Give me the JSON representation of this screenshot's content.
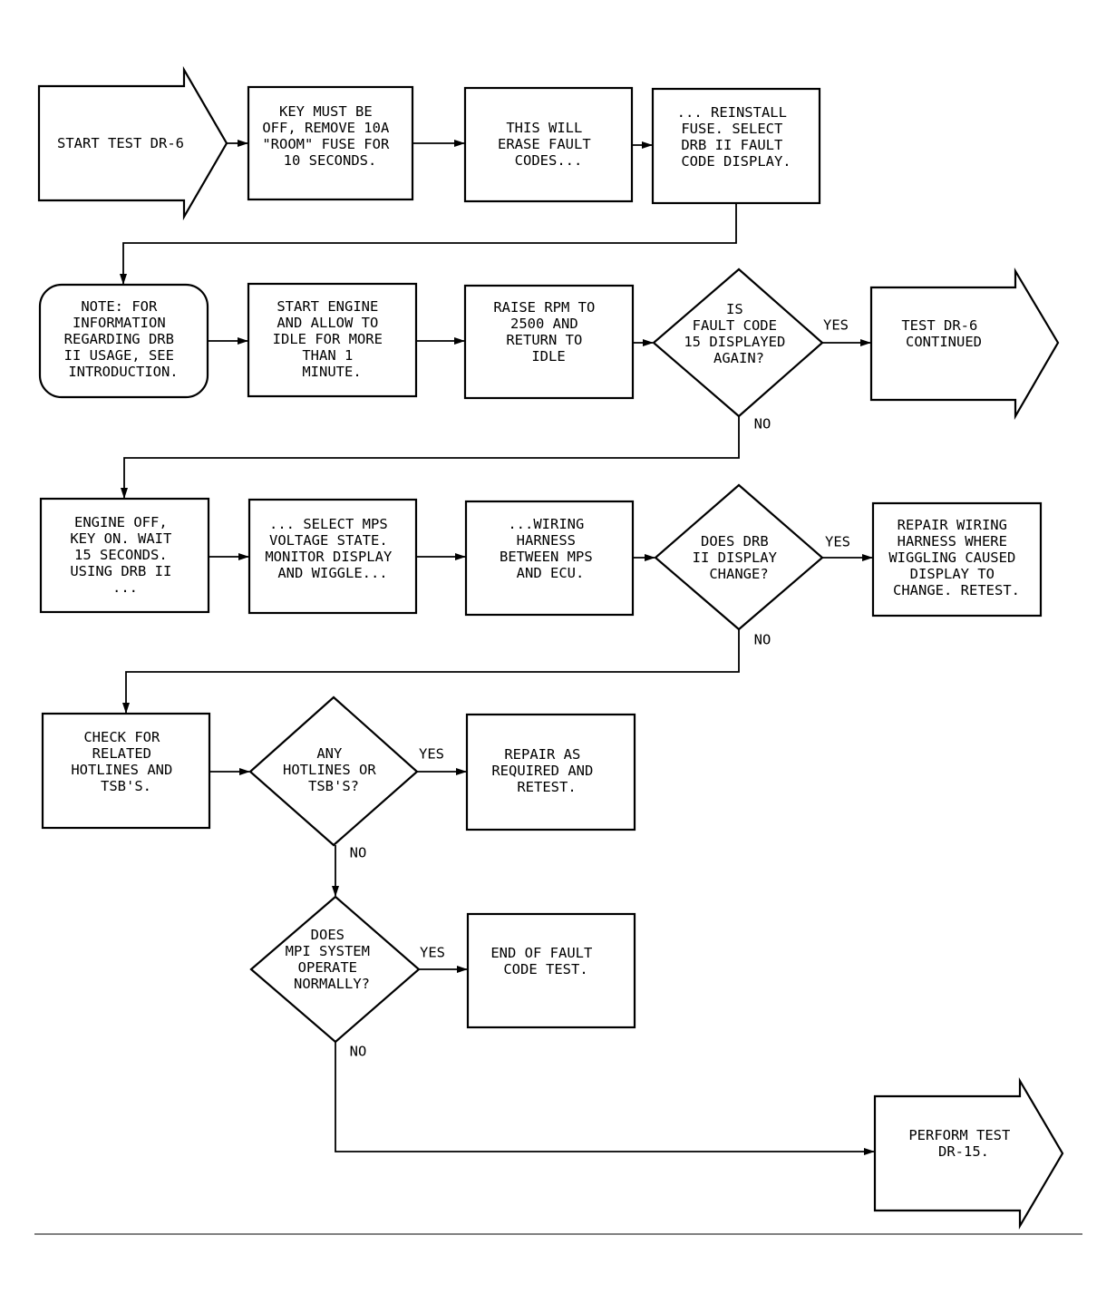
{
  "nodes": {
    "start": [
      "START TEST DR-6"
    ],
    "key_off": [
      "KEY MUST BE",
      "OFF, REMOVE 10A",
      "\"ROOM\" FUSE FOR",
      "10 SECONDS."
    ],
    "erase": [
      "THIS WILL",
      "ERASE FAULT",
      "CODES..."
    ],
    "reinstall": [
      "... REINSTALL",
      "FUSE. SELECT",
      "DRB II FAULT",
      "CODE DISPLAY."
    ],
    "note": [
      "NOTE: FOR",
      "INFORMATION",
      "REGARDING DRB",
      "II USAGE, SEE",
      "INTRODUCTION."
    ],
    "start_engine": [
      "START ENGINE",
      "AND ALLOW TO",
      "IDLE FOR MORE",
      "THAN 1",
      "MINUTE."
    ],
    "raise_rpm": [
      "RAISE RPM TO",
      "2500 AND",
      "RETURN TO",
      "IDLE"
    ],
    "q_fault15": [
      "IS",
      "FAULT CODE",
      "15 DISPLAYED",
      "AGAIN?"
    ],
    "test_continued": [
      "TEST DR-6",
      "CONTINUED"
    ],
    "engine_off": [
      "ENGINE OFF,",
      "KEY ON. WAIT",
      "15 SECONDS.",
      "USING DRB II",
      "..."
    ],
    "select_mps": [
      "... SELECT MPS",
      "VOLTAGE STATE.",
      "MONITOR DISPLAY",
      "AND WIGGLE..."
    ],
    "wiring": [
      "...WIRING",
      "HARNESS",
      "BETWEEN MPS",
      "AND ECU."
    ],
    "q_drb_change": [
      "DOES DRB",
      "II DISPLAY",
      "CHANGE?"
    ],
    "repair_wiring": [
      "REPAIR WIRING",
      "HARNESS WHERE",
      "WIGGLING CAUSED",
      "DISPLAY TO",
      "CHANGE. RETEST."
    ],
    "check_hotlines": [
      "CHECK FOR",
      "RELATED",
      "HOTLINES AND",
      "TSB'S."
    ],
    "q_hotlines": [
      "ANY",
      "HOTLINES OR",
      "TSB'S?"
    ],
    "repair_required": [
      "REPAIR AS",
      "REQUIRED AND",
      "RETEST."
    ],
    "q_mpi": [
      "DOES",
      "MPI SYSTEM",
      "OPERATE",
      "NORMALLY?"
    ],
    "end_test": [
      "END OF FAULT",
      "CODE TEST."
    ],
    "perform_test": [
      "PERFORM TEST",
      "DR-15."
    ]
  },
  "edge_labels": {
    "yes": "YES",
    "no": "NO"
  }
}
